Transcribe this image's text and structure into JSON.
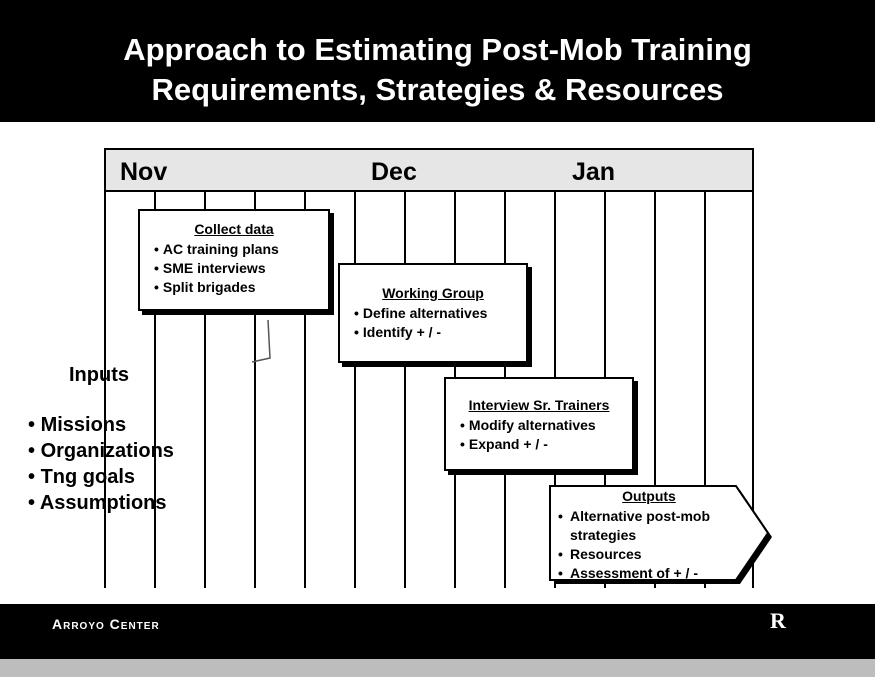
{
  "title": {
    "line1": "Approach to Estimating Post-Mob Training",
    "line2": "Requirements, Strategies & Resources"
  },
  "timeline": {
    "months": [
      "Nov",
      "Dec",
      "Jan"
    ]
  },
  "boxes": {
    "collect": {
      "title": "Collect data",
      "items": [
        "AC training plans",
        "SME interviews",
        "Split brigades"
      ]
    },
    "working": {
      "title": "Working Group",
      "items": [
        "Define alternatives",
        "Identify + / -"
      ]
    },
    "interview": {
      "title": "Interview Sr. Trainers",
      "items": [
        "Modify alternatives",
        "Expand + / -"
      ]
    },
    "outputs": {
      "title": "Outputs",
      "items": [
        "Alternative post-mob strategies",
        "Resources",
        "Assessment of + / -"
      ]
    }
  },
  "inputs": {
    "title": "Inputs",
    "items": [
      "Missions",
      "Organizations",
      "Tng goals",
      "Assumptions"
    ]
  },
  "footer": {
    "org": "Arroyo Center",
    "logo": "R"
  }
}
